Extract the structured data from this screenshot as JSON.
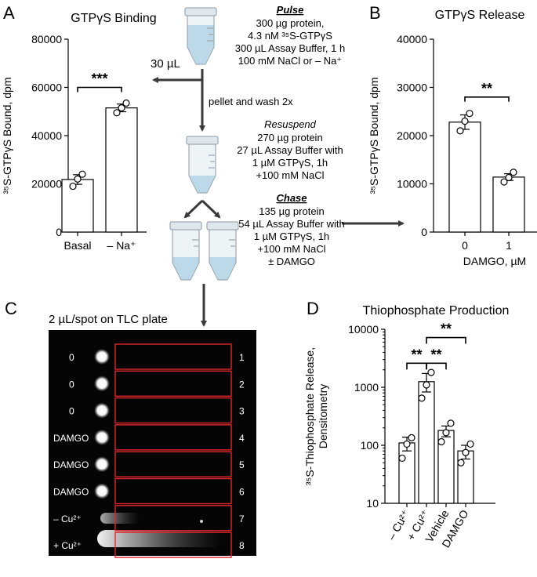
{
  "colors": {
    "line": "#000000",
    "arrow": "#3a3a3a",
    "lane_box": "#e0262a",
    "tlc_bg": "#050505",
    "spot": "#ffffff",
    "tube_liquid": "#bcd9ea",
    "tube_body": "#eef3f6",
    "tube_stroke": "#8c9aa4"
  },
  "panel_letters": {
    "a": "A",
    "b": "B",
    "c": "C",
    "d": "D"
  },
  "protocol": {
    "pulse_title": "Pulse",
    "pulse_line1": "300 µg protein,",
    "pulse_line2": "4.3 nM ³⁵S-GTPγS",
    "pulse_line3": "300 µL Assay Buffer, 1 h",
    "pulse_line4": "100 mM NaCl or – Na⁺",
    "aliquot_label": "30 µL",
    "wash_label": "pellet and wash 2x",
    "resuspend_title": "Resuspend",
    "resuspend_line1": "270 µg protein",
    "resuspend_line2": "27 µL Assay Buffer with",
    "resuspend_line3": "1 µM GTPγS, 1h",
    "resuspend_line4": "+100 mM NaCl",
    "chase_title": "Chase",
    "chase_line1": "135 µg protein",
    "chase_line2": "54 µL Assay Buffer with",
    "chase_line3": "1 µM GTPγS, 1h",
    "chase_line4": "+100 mM NaCl",
    "chase_line5": "± DAMGO",
    "tlc_label": "2 µL/spot on TLC plate"
  },
  "tlc": {
    "lanes": [
      {
        "left": "0",
        "right": "1"
      },
      {
        "left": "0",
        "right": "2"
      },
      {
        "left": "0",
        "right": "3"
      },
      {
        "left": "DAMGO",
        "right": "4"
      },
      {
        "left": "DAMGO",
        "right": "5"
      },
      {
        "left": "DAMGO",
        "right": "6"
      },
      {
        "left": "– Cu²⁺",
        "right": "7"
      },
      {
        "left": "+ Cu²⁺",
        "right": "8"
      }
    ]
  },
  "chart_data": [
    {
      "panel": "A",
      "type": "bar",
      "title": "GTPγS Binding",
      "ylabel": "³⁵S-GTPγS Bound, dpm",
      "categories": [
        "Basal",
        "– Na⁺"
      ],
      "values": [
        21800,
        51500
      ],
      "errors": [
        2000,
        1600
      ],
      "points": [
        [
          19000,
          22000,
          24000
        ],
        [
          49500,
          51500,
          53500
        ]
      ],
      "ylim": [
        0,
        80000
      ],
      "yticks": [
        "0",
        "20000",
        "40000",
        "60000",
        "80000"
      ],
      "significance": [
        {
          "label": "***",
          "from": 0,
          "to": 1,
          "y": 60000
        }
      ]
    },
    {
      "panel": "B",
      "type": "bar",
      "title": "GTPγS Release",
      "ylabel": "³⁵S-GTPγS Bound, dpm",
      "xlabel": "DAMGO, µM",
      "categories": [
        "0",
        "1"
      ],
      "values": [
        22800,
        11400
      ],
      "errors": [
        1500,
        700
      ],
      "points": [
        [
          21000,
          23000,
          24600
        ],
        [
          10400,
          11300,
          12400
        ]
      ],
      "ylim": [
        0,
        40000
      ],
      "yticks": [
        "0",
        "10000",
        "20000",
        "30000",
        "40000"
      ],
      "significance": [
        {
          "label": "**",
          "from": 0,
          "to": 1,
          "y": 28000
        }
      ]
    },
    {
      "panel": "D",
      "type": "bar",
      "title": "Thiophosphate Production",
      "ylabel": "³⁵S-Thiophosphate Release, Densitometry",
      "scale": "log",
      "categories": [
        "– Cu²⁺",
        "+ Cu²⁺",
        "Vehicle",
        "DAMGO"
      ],
      "values": [
        110,
        1250,
        180,
        80
      ],
      "errors_low": [
        30,
        420,
        40,
        22
      ],
      "errors_high": [
        28,
        480,
        35,
        20
      ],
      "points": [
        [
          60,
          105,
          135
        ],
        [
          650,
          1100,
          1800
        ],
        [
          115,
          165,
          240
        ],
        [
          50,
          75,
          105
        ]
      ],
      "ylim": [
        10,
        10000
      ],
      "yticks": [
        "10",
        "100",
        "1000",
        "10000"
      ],
      "significance": [
        {
          "label": "**",
          "from": 0,
          "to": 1,
          "y": 2600
        },
        {
          "label": "**",
          "from": 1,
          "to": 2,
          "y": 2600
        },
        {
          "label": "**",
          "from": 1,
          "to": 3,
          "y": 7200
        }
      ]
    }
  ]
}
